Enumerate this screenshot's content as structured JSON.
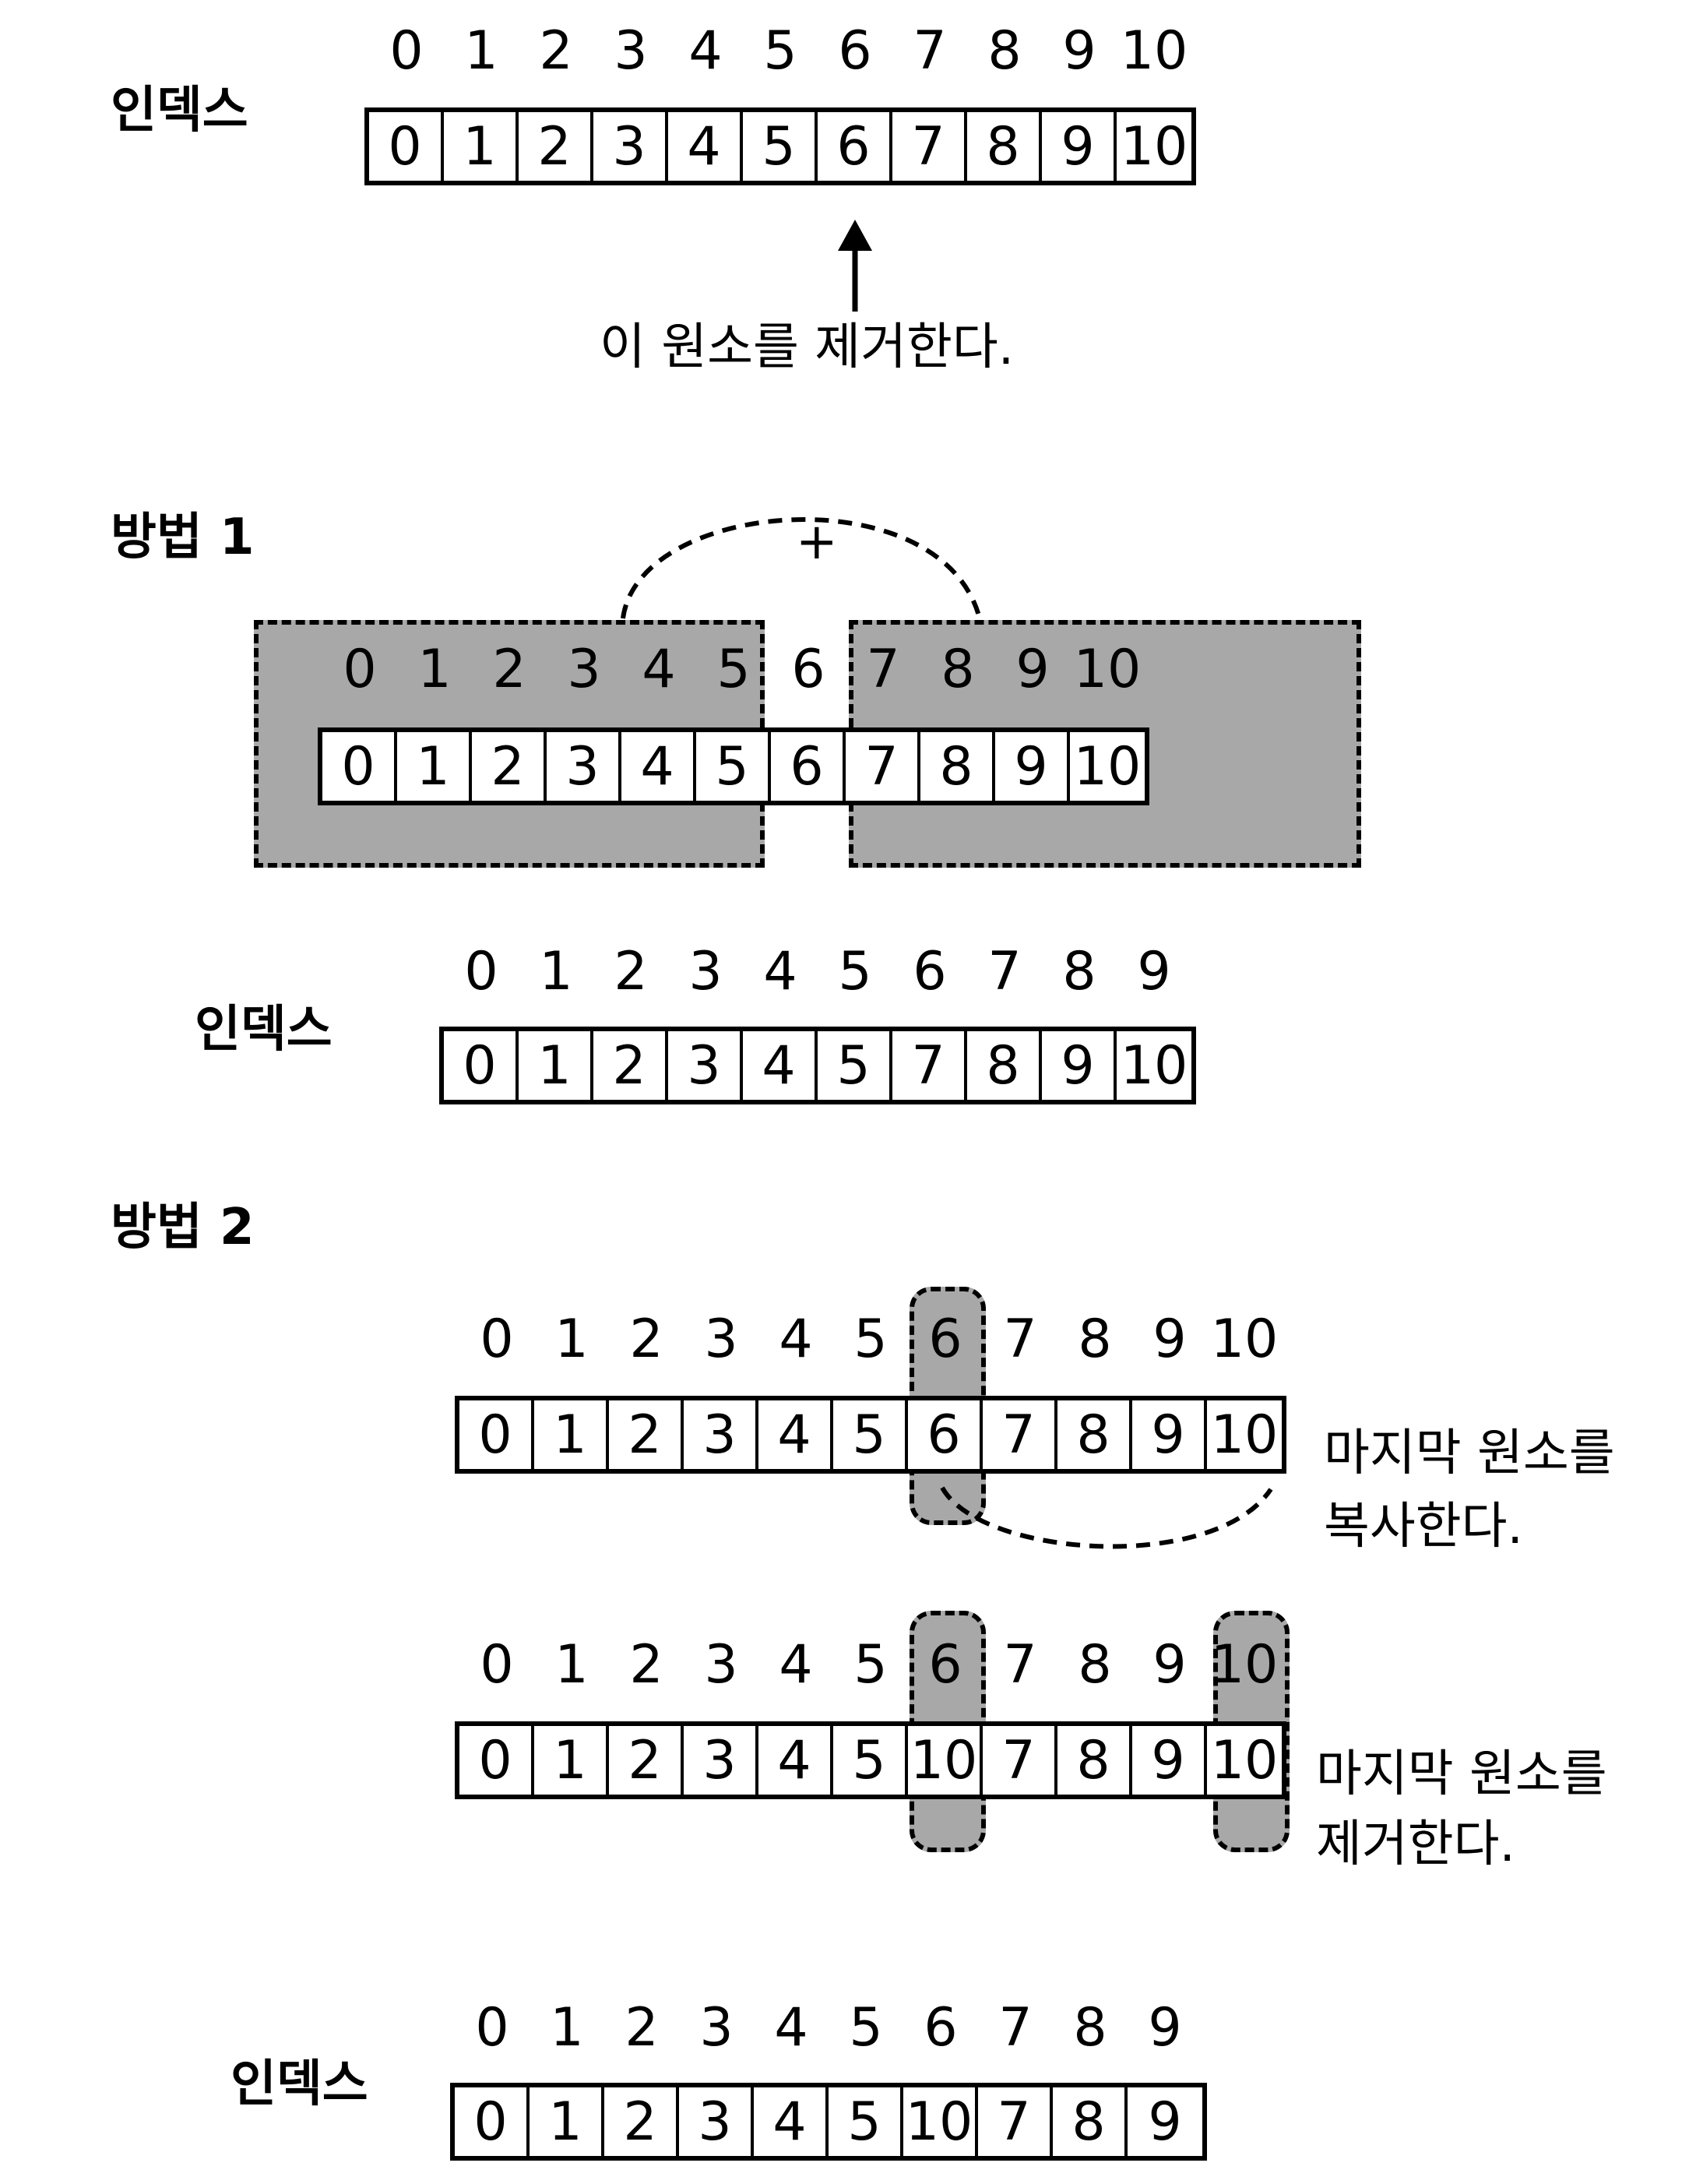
{
  "labels": {
    "index": "인덱스",
    "method1": "방법 1",
    "method2": "방법 2",
    "remove_element": "이 원소를 제거한다.",
    "copy_last_line1": "마지막 원소를",
    "copy_last_line2": "복사한다.",
    "remove_last_line1": "마지막 원소를",
    "remove_last_line2": "제거한다.",
    "plus": "+"
  },
  "original": {
    "indices": [
      "0",
      "1",
      "2",
      "3",
      "4",
      "5",
      "6",
      "7",
      "8",
      "9",
      "10"
    ],
    "values": [
      "0",
      "1",
      "2",
      "3",
      "4",
      "5",
      "6",
      "7",
      "8",
      "9",
      "10"
    ],
    "removed_index": 6
  },
  "method1": {
    "indices": [
      "0",
      "1",
      "2",
      "3",
      "4",
      "5",
      "6",
      "7",
      "8",
      "9",
      "10"
    ],
    "values": [
      "0",
      "1",
      "2",
      "3",
      "4",
      "5",
      "6",
      "7",
      "8",
      "9",
      "10"
    ],
    "result_indices": [
      "0",
      "1",
      "2",
      "3",
      "4",
      "5",
      "6",
      "7",
      "8",
      "9"
    ],
    "result_values": [
      "0",
      "1",
      "2",
      "3",
      "4",
      "5",
      "7",
      "8",
      "9",
      "10"
    ]
  },
  "method2": {
    "step1_indices": [
      "0",
      "1",
      "2",
      "3",
      "4",
      "5",
      "6",
      "7",
      "8",
      "9",
      "10"
    ],
    "step1_values": [
      "0",
      "1",
      "2",
      "3",
      "4",
      "5",
      "6",
      "7",
      "8",
      "9",
      "10"
    ],
    "step2_indices": [
      "0",
      "1",
      "2",
      "3",
      "4",
      "5",
      "6",
      "7",
      "8",
      "9",
      "10"
    ],
    "step2_values": [
      "0",
      "1",
      "2",
      "3",
      "4",
      "5",
      "10",
      "7",
      "8",
      "9",
      "10"
    ],
    "result_indices": [
      "0",
      "1",
      "2",
      "3",
      "4",
      "5",
      "6",
      "7",
      "8",
      "9"
    ],
    "result_values": [
      "0",
      "1",
      "2",
      "3",
      "4",
      "5",
      "10",
      "7",
      "8",
      "9"
    ]
  },
  "colors": {
    "shade": "#a8a8a8",
    "line": "#000000"
  }
}
